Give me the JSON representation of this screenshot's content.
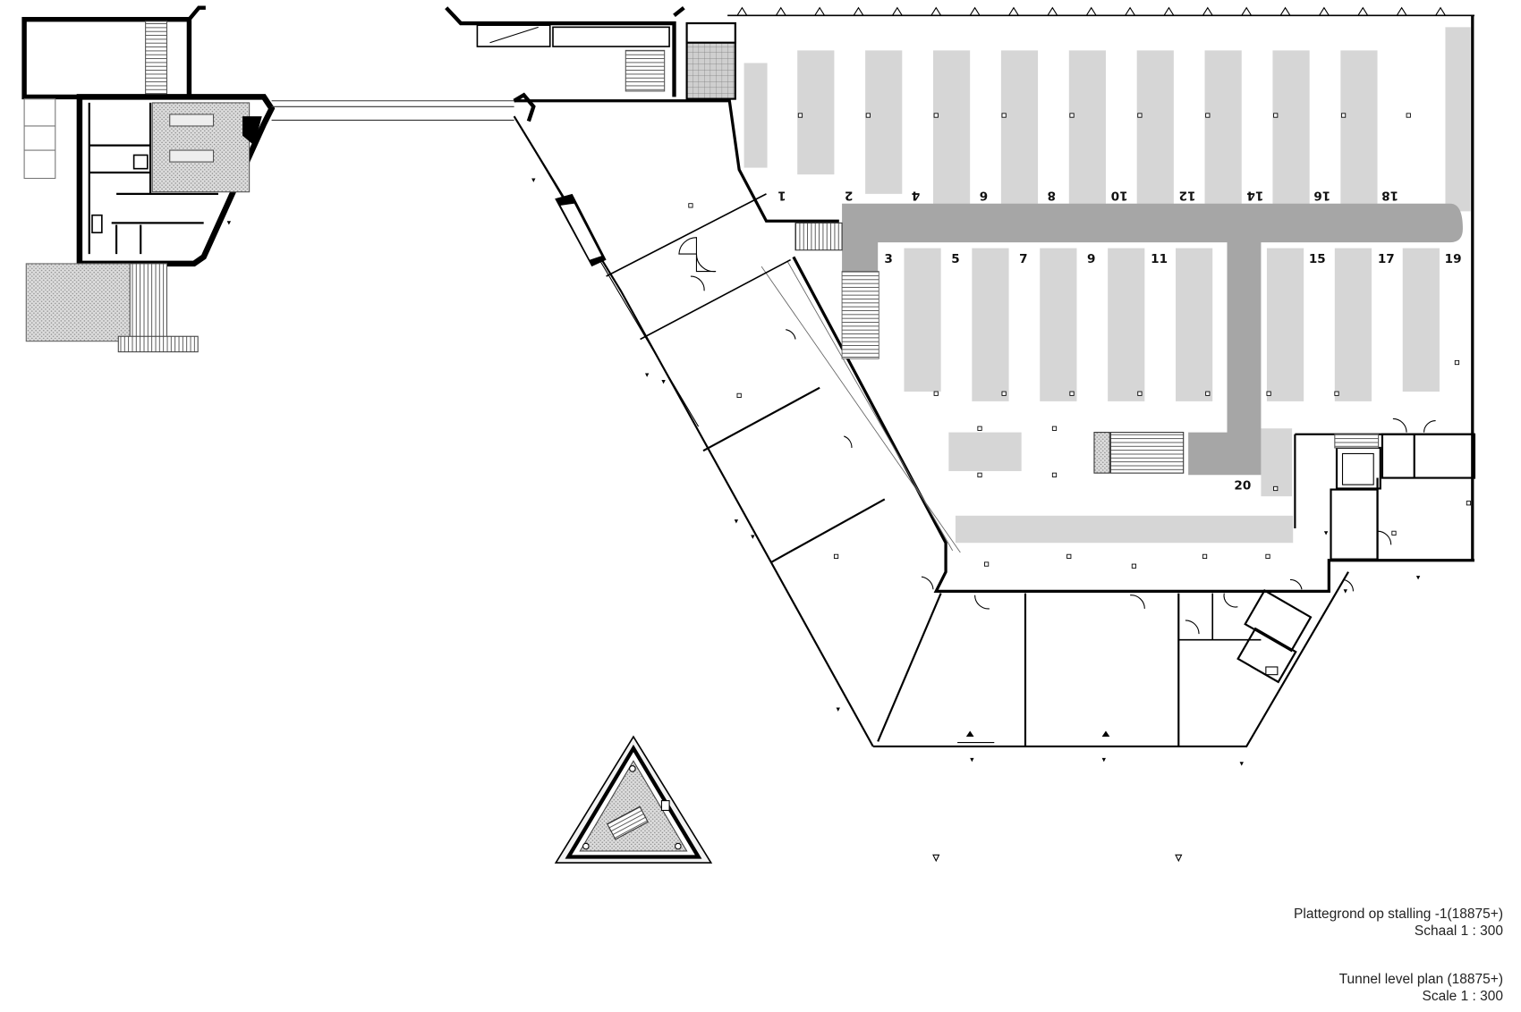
{
  "bay_numbers_top": [
    "1",
    "2",
    "4",
    "6",
    "8",
    "10",
    "12",
    "14",
    "16",
    "18"
  ],
  "bay_numbers_bottom": [
    "3",
    "5",
    "7",
    "9",
    "11",
    "15",
    "17",
    "19",
    "20"
  ],
  "caption_dutch": {
    "title": "Plattegrond op stalling -1(18875+)",
    "scale": "Schaal 1 : 300"
  },
  "caption_english": {
    "title": "Tunnel level plan (18875+)",
    "scale": "Scale 1 : 300"
  },
  "colors": {
    "wall": "#000000",
    "rack_fill": "#d6d6d6",
    "aisle_fill": "#a6a6a6",
    "hatch_fill": "#bdbdbd"
  }
}
